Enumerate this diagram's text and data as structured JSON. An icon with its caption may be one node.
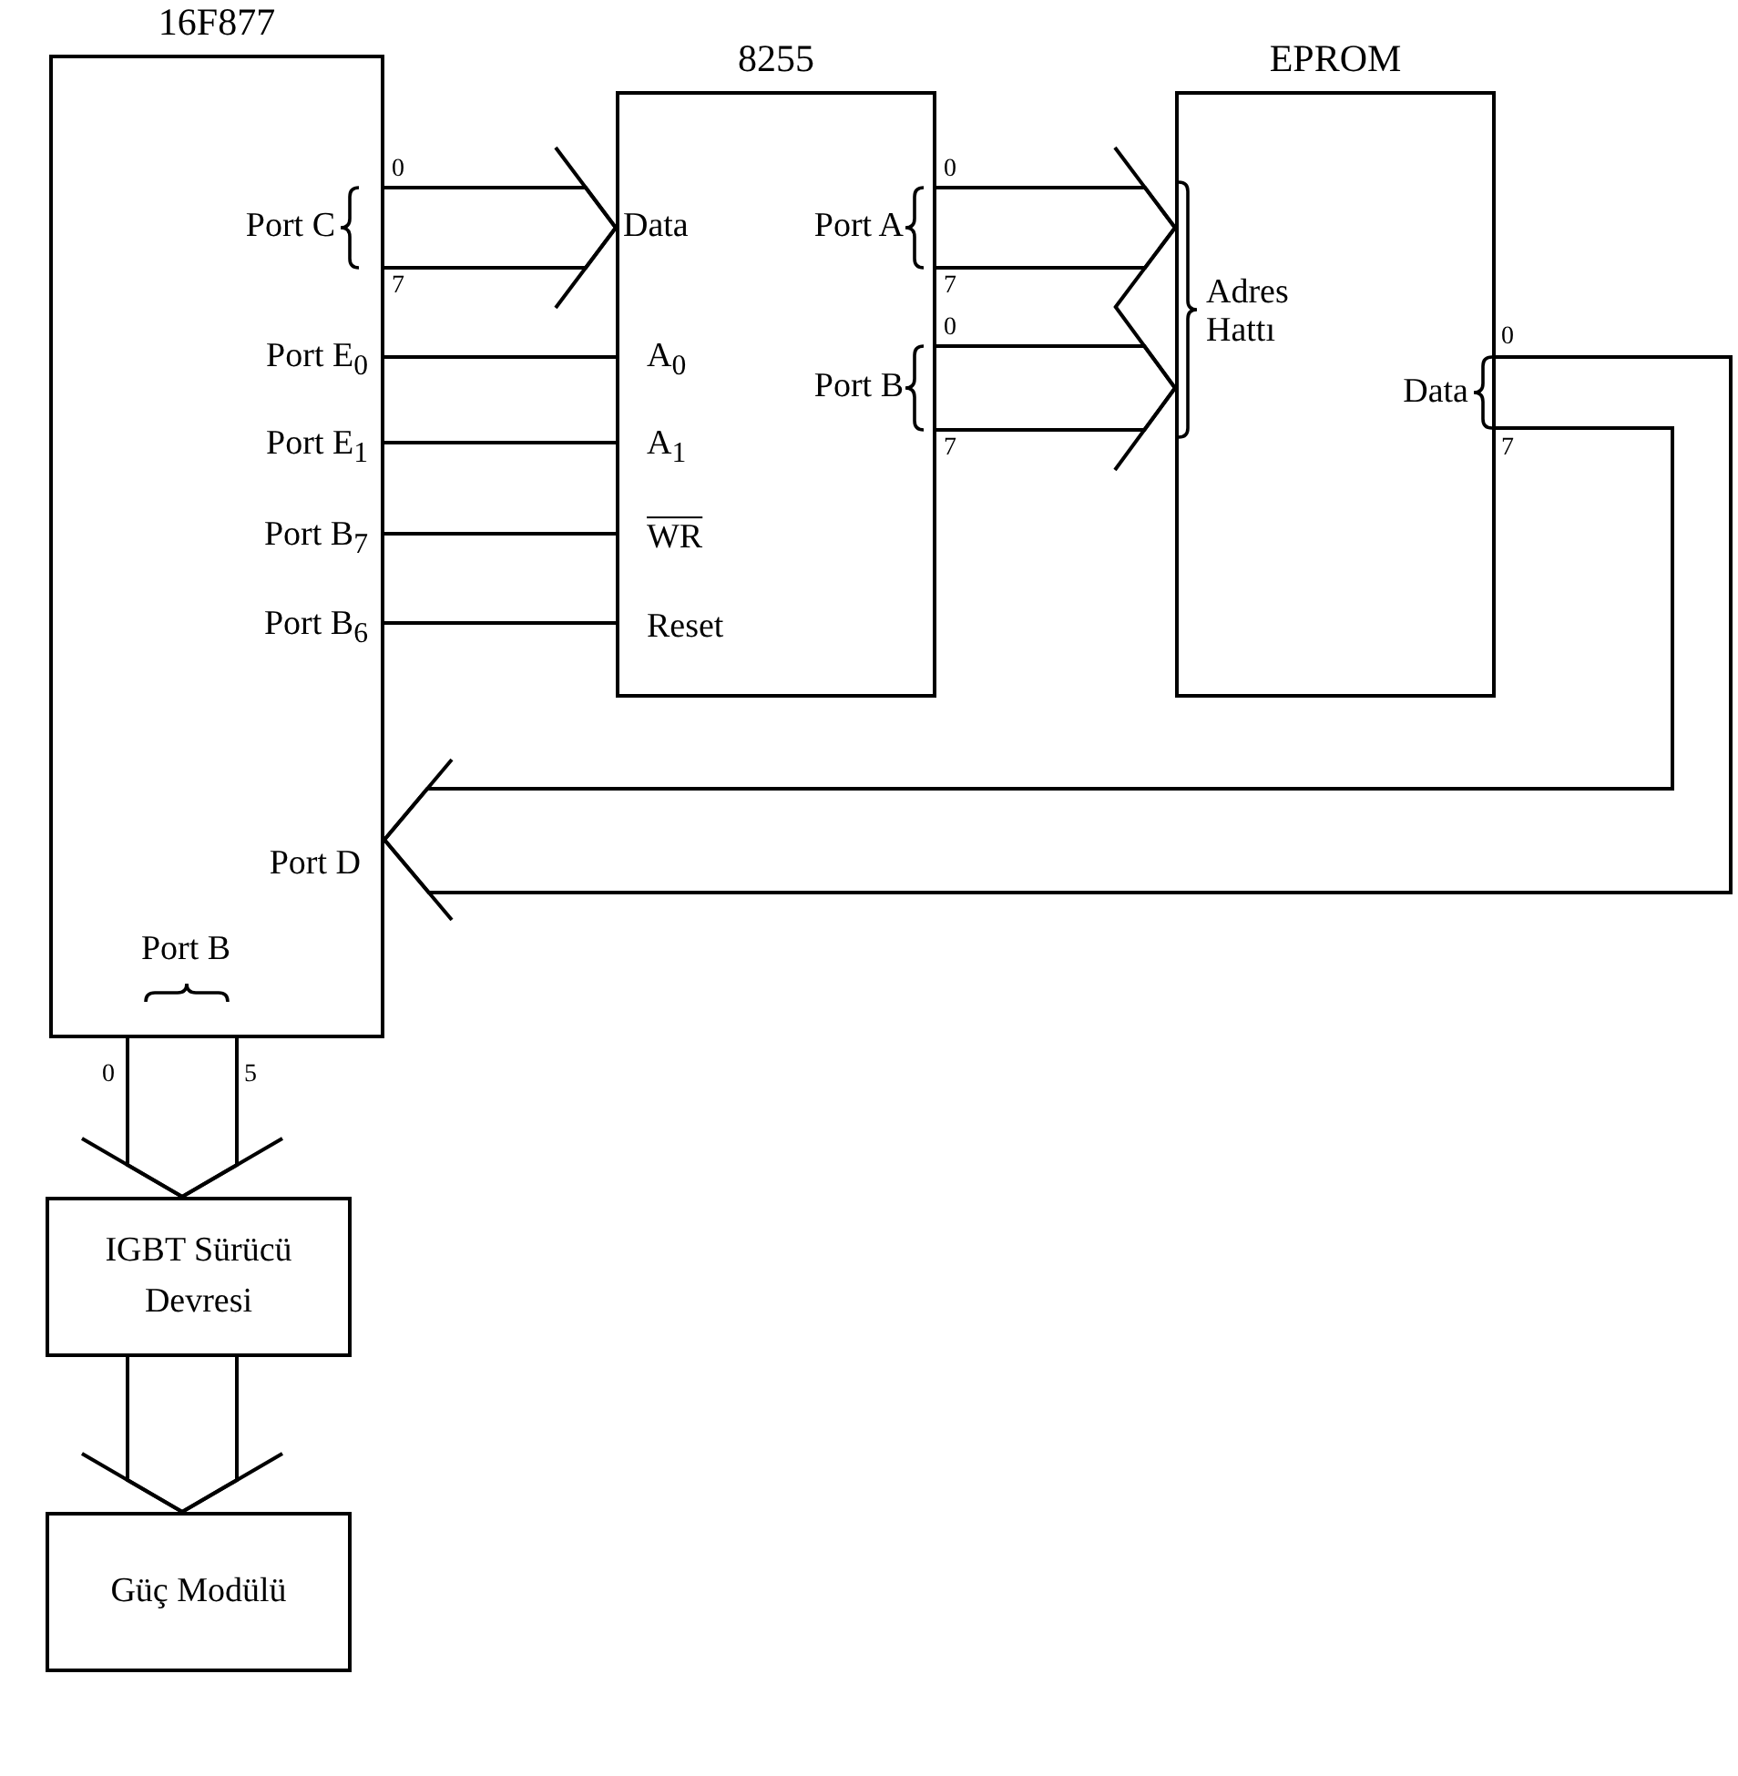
{
  "diagram": {
    "nodes": [
      {
        "text": [
          "16F877"
        ]
      },
      {
        "text": [
          "8255"
        ]
      },
      {
        "text": [
          "EPROM"
        ]
      },
      {
        "text": [
          "IGBT Sürücü Devresi"
        ]
      },
      {
        "text": [
          "Güç Modülü"
        ]
      }
    ],
    "edges": [
      {
        "from": 0,
        "to": 1,
        "arrow": "to"
      },
      {
        "from": 0,
        "to": 1,
        "arrow": "none"
      },
      {
        "from": 0,
        "to": 1,
        "arrow": "none"
      },
      {
        "from": 0,
        "to": 1,
        "arrow": "none"
      },
      {
        "from": 0,
        "to": 1,
        "arrow": "none"
      },
      {
        "from": 1,
        "to": 2,
        "arrow": "to"
      },
      {
        "from": 1,
        "to": 2,
        "arrow": "to"
      },
      {
        "from": 2,
        "to": 0,
        "arrow": "to"
      },
      {
        "from": 0,
        "to": 3,
        "arrow": "to"
      },
      {
        "from": 3,
        "to": 4,
        "arrow": "to"
      }
    ],
    "labels": [
      "Port C",
      "0",
      "7",
      "Data",
      "Port A",
      "0",
      "7",
      "Port E$_{0}$",
      "A$_{0}$",
      "Port B",
      "0",
      "7",
      "Adres Hattı",
      "Data",
      "0",
      "7",
      "Port E$_{1}$",
      "A$_{1}$",
      "Port B$_{7}$",
      "WR",
      "Port B$_{6}$",
      "Reset",
      "Port D",
      "Port B",
      "0",
      "5"
    ]
  }
}
